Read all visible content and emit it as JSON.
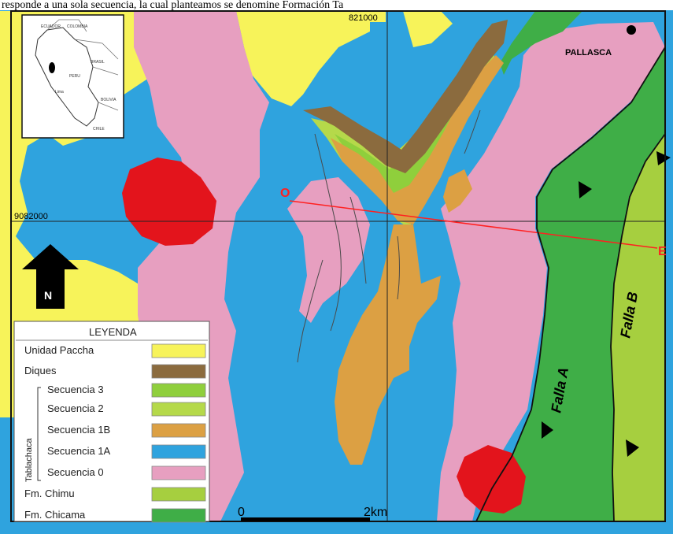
{
  "caption_text": "responde a una sola secuencia, la cual planteamos se denomine Formación Ta",
  "colors": {
    "unidad_paccha": "#f7f35a",
    "diques": "#8b6b3e",
    "secuencia_3": "#8fcf3c",
    "secuencia_2": "#b5d94a",
    "secuencia_1b": "#dca043",
    "secuencia_1a": "#2fa3de",
    "secuencia_0": "#e79fc0",
    "chimu": "#a6cf3f",
    "chicama": "#3fae47",
    "intrusive": "#e3141c",
    "profile_line": "#ff2020"
  },
  "grid": {
    "easting_label": "821000",
    "northing_label": "9082000"
  },
  "places": {
    "town": "PALLASCA"
  },
  "profile": {
    "start_label": "O",
    "end_label": "E"
  },
  "faults": {
    "a": "Falla A",
    "b": "Falla B"
  },
  "north_arrow": {
    "label": "N"
  },
  "scale_bar": {
    "start_label": "0",
    "end_label": "2km"
  },
  "inset": {
    "labels": [
      "ECUADOR",
      "COLOMBIA",
      "BRASIL",
      "PERU",
      "Lima",
      "BOLIVIA",
      "CHILE"
    ]
  },
  "legend": {
    "title": "LEYENDA",
    "group_label": "Tablachaca",
    "items": [
      {
        "label": "Unidad Paccha",
        "color": "#f7f35a"
      },
      {
        "label": "Diques",
        "color": "#8b6b3e"
      },
      {
        "label": "Secuencia 3",
        "color": "#8fcf3c"
      },
      {
        "label": "Secuencia 2",
        "color": "#b5d94a"
      },
      {
        "label": "Secuencia 1B",
        "color": "#dca043"
      },
      {
        "label": "Secuencia 1A",
        "color": "#2fa3de"
      },
      {
        "label": "Secuencia 0",
        "color": "#e79fc0"
      },
      {
        "label": "Fm. Chimu",
        "color": "#a6cf3f"
      },
      {
        "label": "Fm. Chicama",
        "color": "#3fae47"
      }
    ]
  }
}
